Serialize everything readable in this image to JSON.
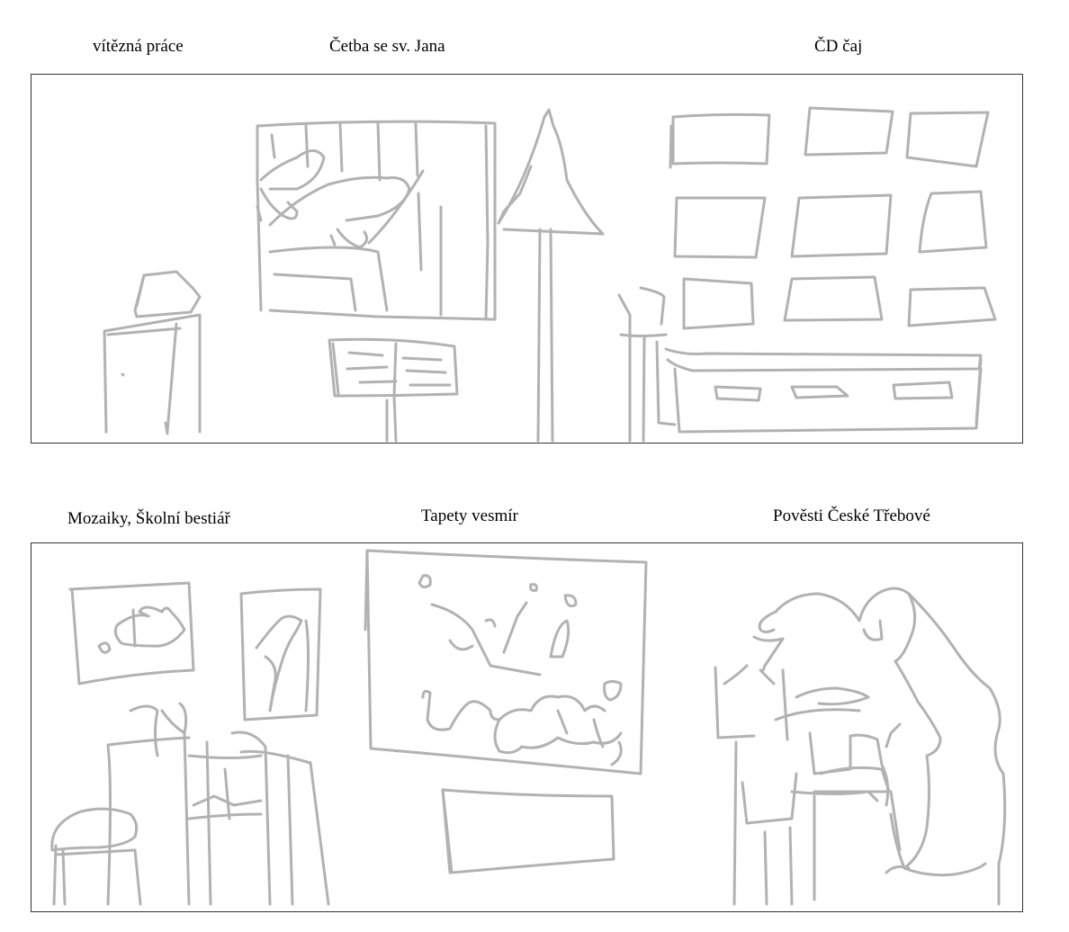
{
  "panels": [
    {
      "labels": [
        "vítězná práce",
        "Četba se sv. Jana",
        "ČD čaj"
      ]
    },
    {
      "labels": [
        "Mozaiky, Školní bestiář",
        "Tapety vesmír",
        "Pověsti České Třebové"
      ]
    }
  ],
  "colors": {
    "sketch_stroke": "#b2b2b2",
    "frame_border": "#333333",
    "background": "#ffffff"
  }
}
